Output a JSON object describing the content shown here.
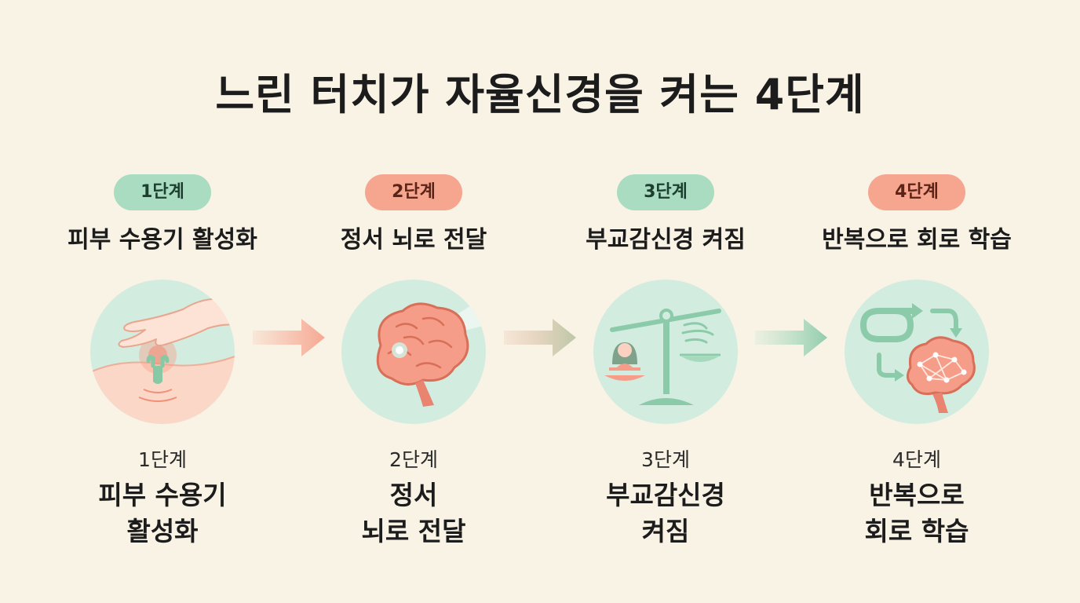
{
  "title": "느린 터치가 자율신경을 켜는 4단계",
  "steps": [
    {
      "badge": "1단계",
      "heading": "피부 수용기 활성화",
      "sub_label": "1단계",
      "big_line1": "피부 수용기",
      "big_line2": "활성화",
      "icon": "hand-touch-skin-receptor-icon",
      "badge_color": "#a9dcc0"
    },
    {
      "badge": "2단계",
      "heading": "정서 뇌로 전달",
      "sub_label": "2단계",
      "big_line1": "정서",
      "big_line2": "뇌로 전달",
      "icon": "brain-signal-icon",
      "badge_color": "#f6a58f"
    },
    {
      "badge": "3단계",
      "heading": "부교감신경 켜짐",
      "sub_label": "3단계",
      "big_line1": "부교감신경",
      "big_line2": "켜짐",
      "icon": "balance-scale-calm-icon",
      "badge_color": "#a9dcc0"
    },
    {
      "badge": "4단계",
      "heading": "반복으로 회로 학습",
      "sub_label": "4단계",
      "big_line1": "반복으로",
      "big_line2": "회로 학습",
      "icon": "loop-brain-network-icon",
      "badge_color": "#f6a58f"
    }
  ],
  "colors": {
    "background": "#f9f3e6",
    "circle": "#d3ece0",
    "green": "#8ccbaa",
    "coral": "#f08f78"
  }
}
